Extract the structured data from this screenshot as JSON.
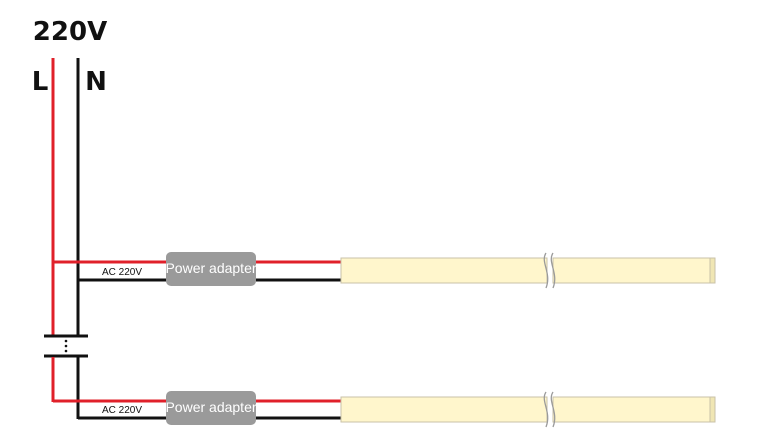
{
  "supply": {
    "voltage_label": "220V",
    "live_label": "L",
    "neutral_label": "N"
  },
  "branches": [
    {
      "ac_label": "AC 220V",
      "adapter_label": "Power adapter"
    },
    {
      "ac_label": "AC 220V",
      "adapter_label": "Power adapter"
    }
  ],
  "colors": {
    "live_wire": "#e0202a",
    "neutral_wire": "#111111",
    "adapter_fill": "#9a9a9a",
    "strip_fill": "#fff6cc",
    "strip_edge": "#c9c2a8"
  }
}
